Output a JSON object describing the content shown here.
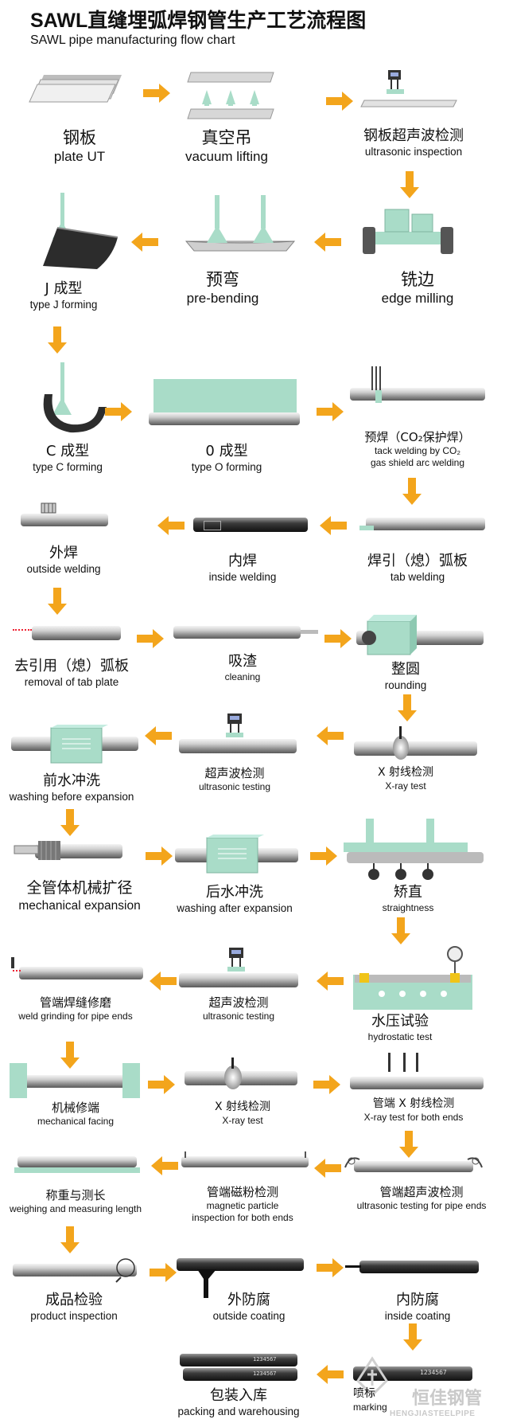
{
  "title": {
    "cn": "SAWL直缝埋弧焊钢管生产工艺流程图",
    "en": "SAWL pipe manufacturing flow chart"
  },
  "steps": [
    {
      "cn": "钢板",
      "en": "plate UT"
    },
    {
      "cn": "真空吊",
      "en": "vacuum lifting"
    },
    {
      "cn": "钢板超声波检测",
      "en": "ultrasonic inspection"
    },
    {
      "cn": "铣边",
      "en": "edge milling"
    },
    {
      "cn": "预弯",
      "en": "pre-bending"
    },
    {
      "cn": "J 成型",
      "en": "type J forming"
    },
    {
      "cn": "C 成型",
      "en": "type C forming"
    },
    {
      "cn": "0 成型",
      "en": "type O forming"
    },
    {
      "cn": "预焊（CO₂保护焊）",
      "en": "tack welding by CO₂",
      "en2": "gas shield arc welding"
    },
    {
      "cn": "焊引（熄）弧板",
      "en": "tab welding"
    },
    {
      "cn": "内焊",
      "en": "inside welding"
    },
    {
      "cn": "外焊",
      "en": "outside welding"
    },
    {
      "cn": "去引用（熄）弧板",
      "en": "removal of tab plate"
    },
    {
      "cn": "吸渣",
      "en": "cleaning"
    },
    {
      "cn": "整圆",
      "en": "rounding"
    },
    {
      "cn": "X 射线检测",
      "en": "X-ray test"
    },
    {
      "cn": "超声波检测",
      "en": "ultrasonic testing"
    },
    {
      "cn": "前水冲洗",
      "en": "washing before expansion"
    },
    {
      "cn": "全管体机械扩径",
      "en": "mechanical expansion"
    },
    {
      "cn": "后水冲洗",
      "en": "washing after expansion"
    },
    {
      "cn": "矫直",
      "en": "straightness"
    },
    {
      "cn": "水压试验",
      "en": "hydrostatic test"
    },
    {
      "cn": "超声波检测",
      "en": "ultrasonic testing"
    },
    {
      "cn": "管端焊缝修磨",
      "en": "weld grinding for pipe ends"
    },
    {
      "cn": "机械修端",
      "en": "mechanical facing"
    },
    {
      "cn": "X 射线检测",
      "en": "X-ray test"
    },
    {
      "cn": "管端 X 射线检测",
      "en": "X-ray test for both ends"
    },
    {
      "cn": "管端超声波检测",
      "en": "ultrasonic testing for pipe ends"
    },
    {
      "cn": "管端磁粉检测",
      "en": "magnetic particle",
      "en2": "inspection for both ends"
    },
    {
      "cn": "称重与测长",
      "en": "weighing and measuring length"
    },
    {
      "cn": "成品检验",
      "en": "product inspection"
    },
    {
      "cn": "外防腐",
      "en": "outside coating"
    },
    {
      "cn": "内防腐",
      "en": "inside coating"
    },
    {
      "cn": "喷标",
      "en": "marking"
    },
    {
      "cn": "包装入库",
      "en": "packing and warehousing"
    }
  ],
  "pipe_marking_text": "1234567",
  "watermark": {
    "cn": "恒佳钢管",
    "en": "HENGJIASTEELPIPE"
  },
  "colors": {
    "arrow": "#f3a51c",
    "machine": "#a9dcc8",
    "steel": "#9a9a9a"
  }
}
